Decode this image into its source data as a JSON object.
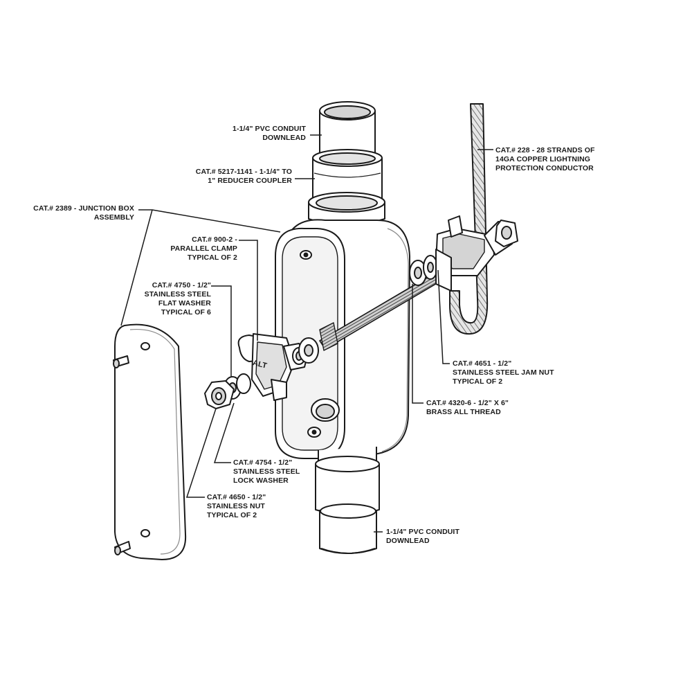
{
  "labels": {
    "pvc_top": [
      "1-1/4\" PVC CONDUIT",
      "DOWNLEAD"
    ],
    "reducer": [
      "CAT.# 5217-1141 - 1-1/4\" TO",
      "1\" REDUCER COUPLER"
    ],
    "junction_box": [
      "CAT.# 2389 - JUNCTION BOX",
      "ASSEMBLY"
    ],
    "parallel_clamp": [
      "CAT.# 900-2 -",
      "PARALLEL CLAMP",
      "TYPICAL OF 2"
    ],
    "flat_washer": [
      "CAT.# 4750 - 1/2\"",
      "STAINLESS STEEL",
      "FLAT WASHER",
      "TYPICAL OF 6"
    ],
    "copper_conductor": [
      "CAT.# 228 - 28 STRANDS OF",
      "14GA COPPER LIGHTNING",
      "PROTECTION CONDUCTOR"
    ],
    "jam_nut": [
      "CAT.# 4651 - 1/2\"",
      "STAINLESS STEEL JAM NUT",
      "TYPICAL OF 2"
    ],
    "all_thread": [
      "CAT.# 4320-6 - 1/2\" X 6\"",
      "BRASS ALL THREAD"
    ],
    "lock_washer": [
      "CAT.# 4754 - 1/2\"",
      "STAINLESS STEEL",
      "LOCK WASHER"
    ],
    "ss_nut": [
      "CAT.# 4650 - 1/2\"",
      "STAINLESS NUT",
      "TYPICAL OF 2"
    ],
    "pvc_bottom": [
      "1-1/4\" PVC CONDUIT",
      "DOWNLEAD"
    ]
  },
  "clamp_marking": "ALT",
  "colors": {
    "line": "#1a1a1a",
    "fill": "#ffffff",
    "shade": "#d4d4d4",
    "dark": "#8a8a8a"
  }
}
